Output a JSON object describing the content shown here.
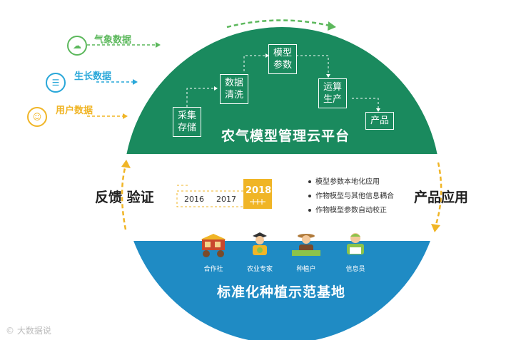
{
  "sources": [
    {
      "label": "气象数据",
      "color": "#5cb85c",
      "icon": "cloud-icon"
    },
    {
      "label": "生长数据",
      "color": "#29a7d9",
      "icon": "growth-icon"
    },
    {
      "label": "用户数据",
      "color": "#f0b526",
      "icon": "user-icon"
    }
  ],
  "top_platform": {
    "title": "农气模型管理云平台",
    "steps": [
      "采集存储",
      "数据清洗",
      "模型参数",
      "运算生产",
      "产品"
    ],
    "color": "#1a8a5e"
  },
  "bottom_base": {
    "title": "标准化种植示范基地",
    "color": "#1f8bc4",
    "roles": [
      "合作社",
      "农业专家",
      "种植户",
      "信息员"
    ]
  },
  "timeline": {
    "years": [
      "2016",
      "2017",
      "2018"
    ],
    "highlight": "2018",
    "highlight_color": "#f0b526"
  },
  "bullets": [
    "模型参数本地化应用",
    "作物模型与其他信息耦合",
    "作物模型参数自动校正"
  ],
  "left_label": "反馈 验证",
  "right_label": "产品应用",
  "watermark": "大数据说"
}
